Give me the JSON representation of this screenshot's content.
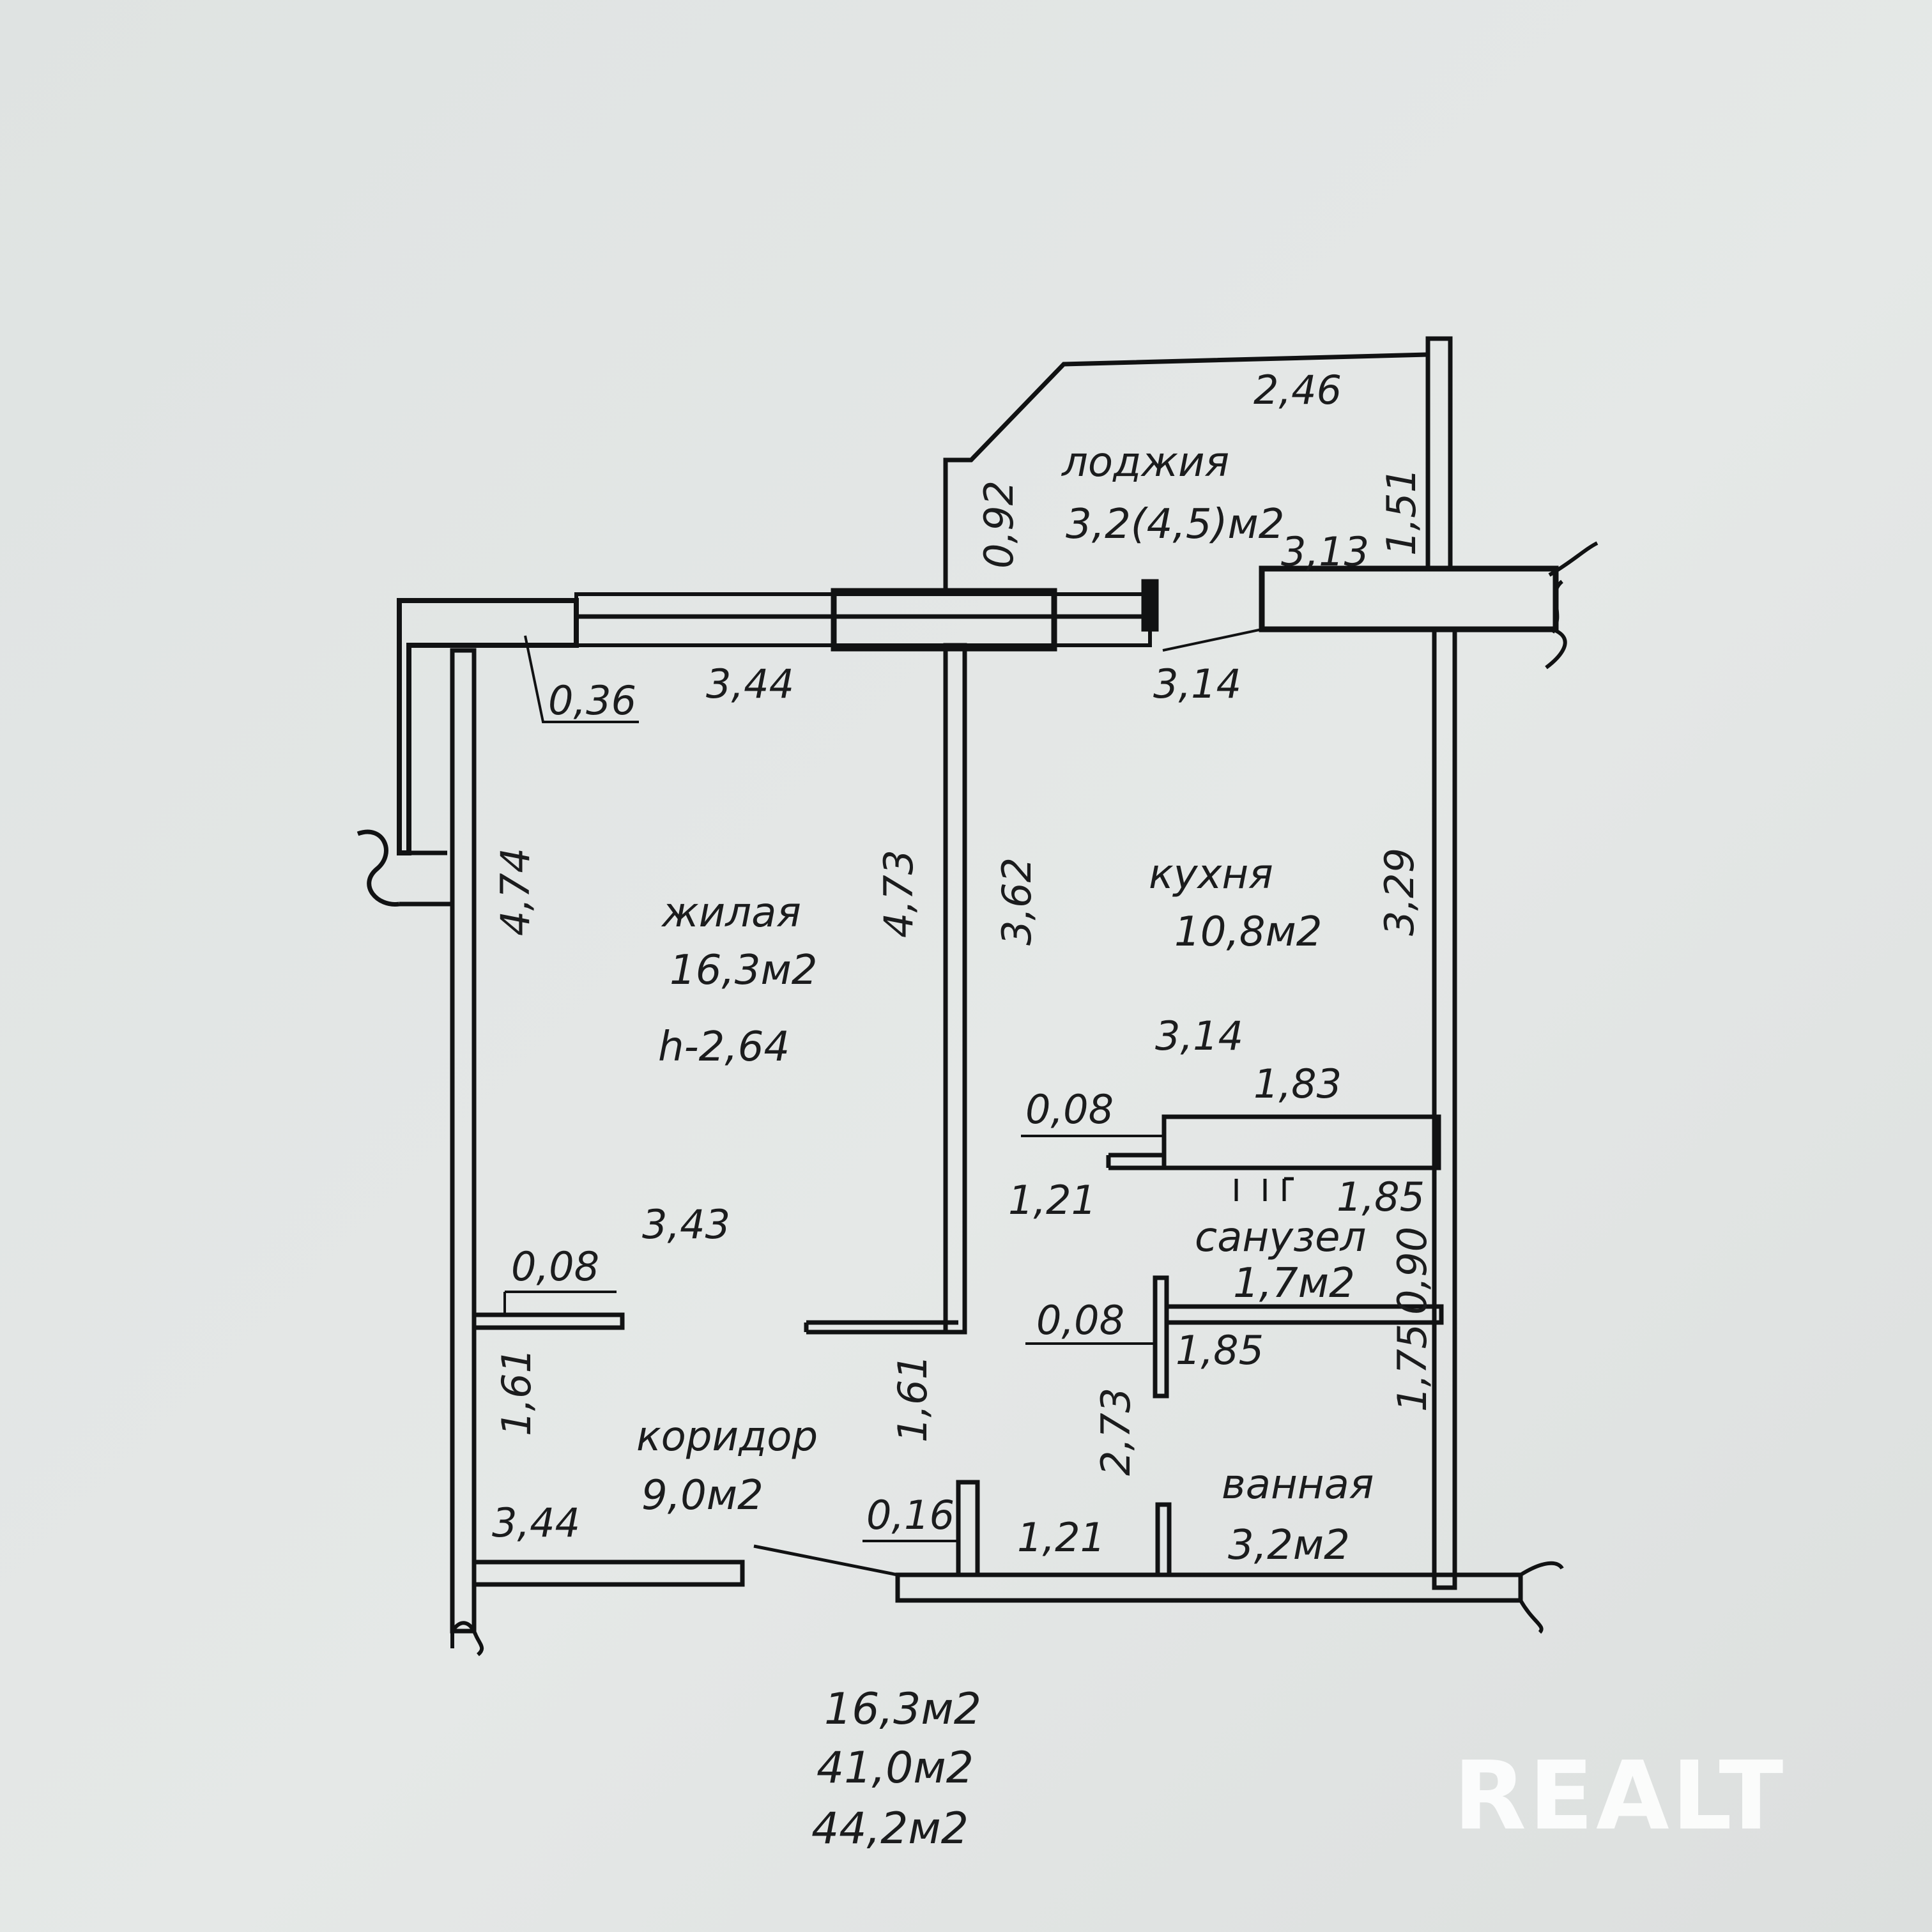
{
  "rooms": {
    "loggia": {
      "name": "лоджия",
      "area": "3,2(4,5)м2"
    },
    "living": {
      "name": "жилая",
      "area": "16,3м2",
      "height": "h-2,64"
    },
    "kitchen": {
      "name": "кухня",
      "area": "10,8м2"
    },
    "wc": {
      "name": "санузел",
      "area": "1,7м2"
    },
    "corridor": {
      "name": "коридор",
      "area": "9,0м2"
    },
    "bath": {
      "name": "ванная",
      "area": "3,2м2"
    }
  },
  "dimensions": {
    "loggia_top": "2,46",
    "loggia_left": "0,92",
    "loggia_width": "3,13",
    "loggia_right": "1,51",
    "wall_036": "0,36",
    "living_top": "3,44",
    "kitchen_top": "3,14",
    "living_left": "4,74",
    "living_right": "4,73",
    "kitchen_left": "3,62",
    "kitchen_right": "3,29",
    "kitchen_bottom": "3,14",
    "wc_top": "1,83",
    "wc_wall_top": "0,08",
    "wc_left": "1,21",
    "wc_right_top": "1,85",
    "wc_height": "0,90",
    "living_bottom": "3,43",
    "living_wall": "0,08",
    "wc_wall_bottom": "0,08",
    "wc_bottom": "1,85",
    "corridor_left": "1,61",
    "corridor_mid": "1,61",
    "corridor_right": "2,73",
    "bath_right": "1,75",
    "corridor_bottom": "3,44",
    "wall_016": "0,16",
    "bath_bottom": "1,21"
  },
  "totals": {
    "living": "16,3м2",
    "general": "41,0м2",
    "with_loggia": "44,2м2"
  },
  "watermark": "REALT"
}
